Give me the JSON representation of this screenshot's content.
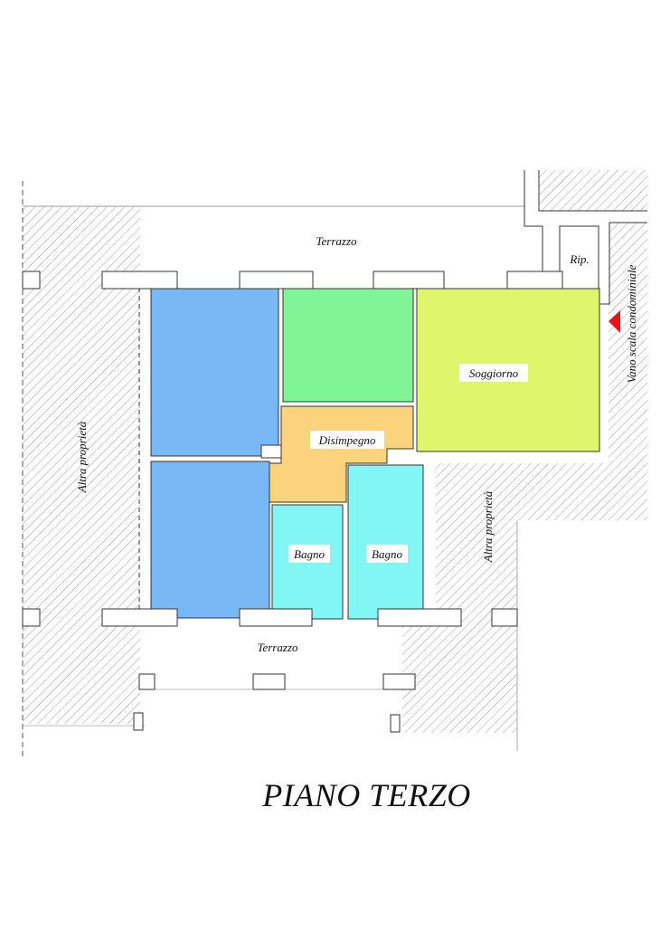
{
  "title": "PIANO TERZO",
  "colors": {
    "bedroom_blue": "#7ab8f5",
    "room_green": "#80f598",
    "living_yellowgreen": "#def56c",
    "hallway_orange": "#fad37c",
    "bathroom_cyan": "#80f7f5",
    "hatch": "#9a9a9a",
    "wall": "#ffffff",
    "outline": "#333333",
    "entrance_arrow": "#e8101a"
  },
  "rooms": [
    {
      "id": "bedroom-top-left",
      "label": ""
    },
    {
      "id": "bedroom-bottom-left",
      "label": ""
    },
    {
      "id": "room-green",
      "label": ""
    },
    {
      "id": "soggiorno",
      "label": "Soggiorno"
    },
    {
      "id": "disimpegno",
      "label": "Disimpegno"
    },
    {
      "id": "bagno-1",
      "label": "Bagno"
    },
    {
      "id": "bagno-2",
      "label": "Bagno"
    },
    {
      "id": "ripostiglio",
      "label": "Rip."
    }
  ],
  "labels": {
    "terrazzo_top": "Terrazzo",
    "terrazzo_bottom": "Terrazzo",
    "altra_proprieta_left": "Altra proprietà",
    "altra_proprieta_right": "Altra proprietà",
    "vano_scala": "Vano scala condominiale"
  }
}
